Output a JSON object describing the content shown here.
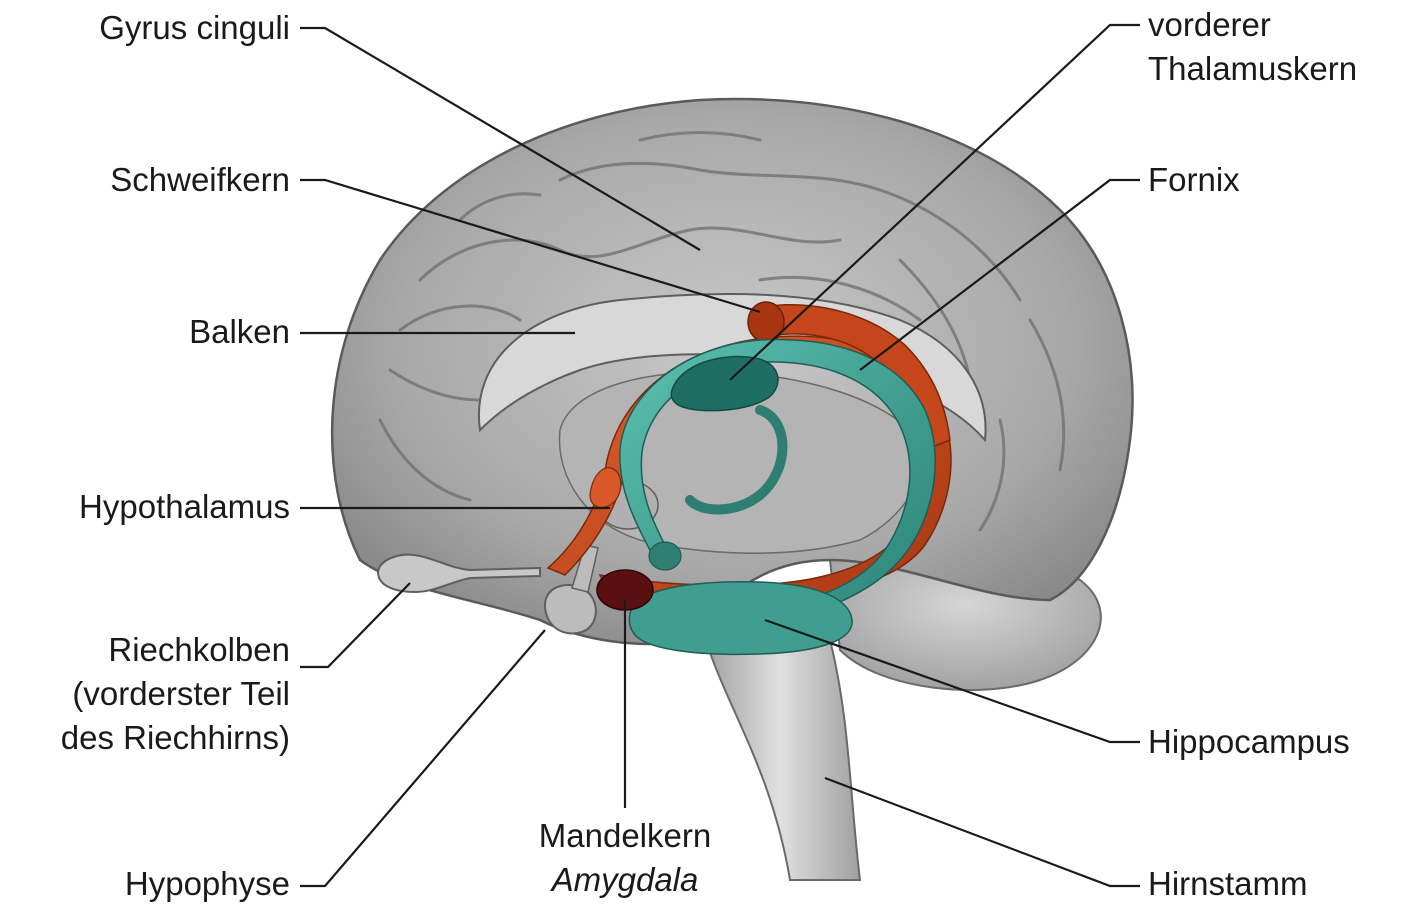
{
  "labels": {
    "gyrus_cinguli": "Gyrus cinguli",
    "schweifkern": "Schweifkern",
    "balken": "Balken",
    "hypothalamus": "Hypothalamus",
    "riechkolben_line1": "Riechkolben",
    "riechkolben_line2": "(vorderster Teil",
    "riechkolben_line3": "des Riechhirns)",
    "hypophyse": "Hypophyse",
    "mandelkern": "Mandelkern",
    "amygdala": "Amygdala",
    "thalamus_line1": "vorderer",
    "thalamus_line2": "Thalamuskern",
    "fornix": "Fornix",
    "hippocampus": "Hippocampus",
    "hirnstamm": "Hirnstamm"
  },
  "colors": {
    "background": "#ffffff",
    "brain_gray": "#9a9a9a",
    "fornix_orange": "#c8471e",
    "hippocampus_teal": "#3a9a8e",
    "thalamus_teal": "#1e6e64",
    "amygdala_red": "#5a1010",
    "leader_line": "#1a1a1a"
  }
}
